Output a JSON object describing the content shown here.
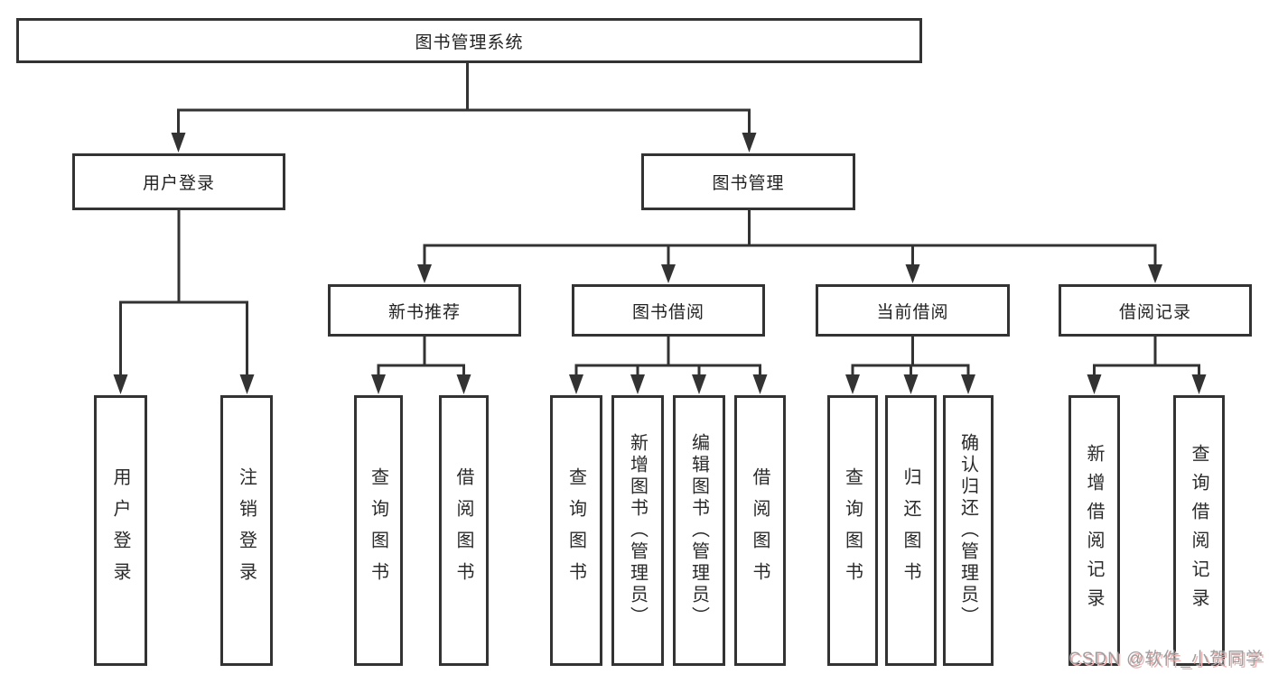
{
  "diagram": {
    "nodes": {
      "root": "图书管理系统",
      "user_login": {
        "label": "用户登录",
        "children": [
          "用户登录",
          "注销登录"
        ]
      },
      "book_mgmt": {
        "label": "图书管理",
        "sections": {
          "new_book": {
            "label": "新书推荐",
            "children": [
              "查询图书",
              "借阅图书"
            ]
          },
          "book_borrow": {
            "label": "图书借阅",
            "children": [
              "查询图书",
              "新增图书（管理员）",
              "编辑图书（管理员）",
              "借阅图书"
            ]
          },
          "current_borrow": {
            "label": "当前借阅",
            "children": [
              "查询图书",
              "归还图书",
              "确认归还（管理员）"
            ]
          },
          "borrow_records": {
            "label": "借阅记录",
            "children": [
              "新增借阅记录",
              "查询借阅记录"
            ]
          }
        }
      }
    },
    "colors": {
      "line": "#333333",
      "box_background": "#ffffff",
      "text": "#222222",
      "watermark_text": "#9e9e9e",
      "watermark_shadow": "#efb3b3"
    }
  },
  "watermark": {
    "text": "CSDN @软件_小贺同学"
  }
}
